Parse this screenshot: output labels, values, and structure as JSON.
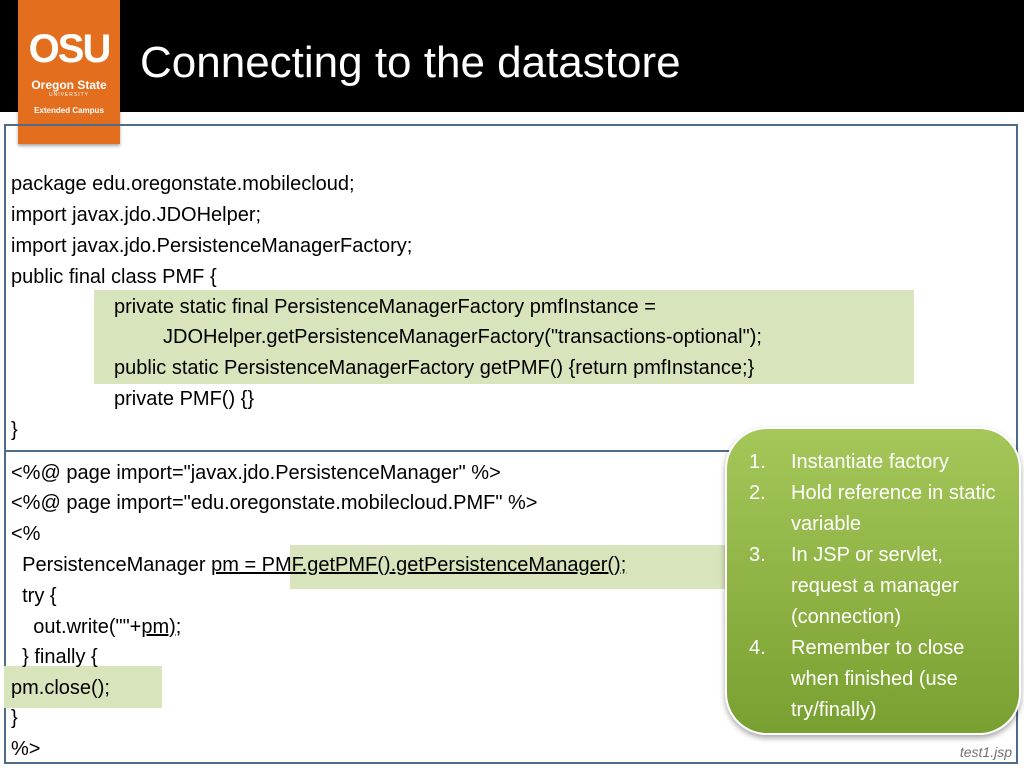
{
  "slide": {
    "title": "Connecting to the datastore",
    "logo": {
      "line1": "OSU",
      "line2": "Oregon State",
      "line3": "UNIVERSITY",
      "line4": "Extended Campus"
    },
    "colors": {
      "header_bg": "#000000",
      "logo_bg": "#e36f1e",
      "highlight": "#d8e4bc",
      "callout": "#8db142",
      "frame": "#4f6b8a"
    },
    "code_top": [
      "package edu.oregonstate.mobilecloud;",
      "import javax.jdo.JDOHelper;",
      "import javax.jdo.PersistenceManagerFactory;",
      "public final class PMF {",
      "private static final PersistenceManagerFactory pmfInstance =",
      "JDOHelper.getPersistenceManagerFactory(\"transactions-optional\");",
      "public static PersistenceManagerFactory getPMF() {return pmfInstance;}",
      "private PMF() {}",
      "}"
    ],
    "code_bottom": {
      "line1": "<%@ page import=\"javax.jdo.PersistenceManager\" %>",
      "line2": "<%@ page import=\"edu.oregonstate.mobilecloud.PMF\" %>",
      "line3": "<%",
      "line4_prefix": "  PersistenceManager ",
      "line4_underlined": "pm = PMF.getPMF().getPersistenceManager();",
      "line5": "  try {",
      "line6_prefix": "    out.write(\"\"+",
      "line6_underlined": "pm);",
      "line7": "  } finally {",
      "line8": "pm.close();",
      "line9": "}",
      "line10": "%>"
    },
    "callout_items": [
      {
        "num": "1.",
        "text": "Instantiate factory"
      },
      {
        "num": "2.",
        "text": "Hold reference in static variable"
      },
      {
        "num": "3.",
        "text": "In JSP or servlet, request a manager (connection)"
      },
      {
        "num": "4.",
        "text": "Remember to close when finished (use try/finally)"
      }
    ],
    "footer": "test1.jsp"
  }
}
